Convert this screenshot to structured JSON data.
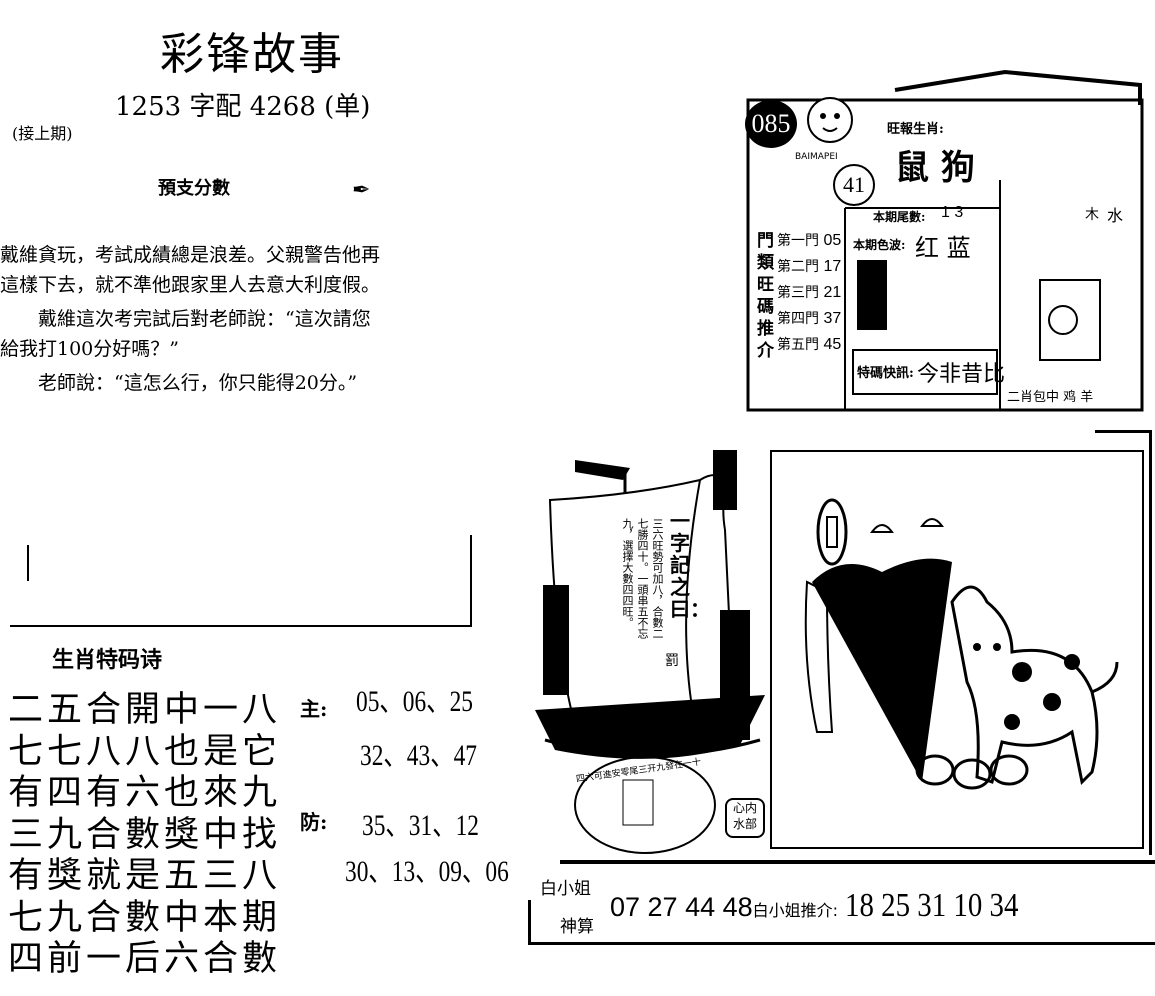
{
  "header": {
    "title": "彩锋故事",
    "issue": "1253 字配 4268 (单)",
    "continued": "(接上期)"
  },
  "story": {
    "heading": "預支分數",
    "paragraphs": [
      "戴維貪玩，考試成績總是浪差。父親警告他再這樣下去，就不準他跟家里人去意大利度假。",
      "　　戴維這次考完試后對老師說：“這次請您給我打100分好嗎？”",
      "　　老師說：“這怎么行，你只能得20分。”"
    ]
  },
  "poem": {
    "title": "生肖特码诗",
    "lines": [
      "二五合開中一八",
      "七七八八也是它",
      "有四有六也來九",
      "三九合數獎中找",
      "有獎就是五三八",
      "七九合數中本期",
      "四前一后六合數"
    ],
    "main_label": "主:",
    "main_row1": "05、06、25",
    "main_row2": "32、43、47",
    "guard_label": "防:",
    "guard_row1": "35、31、12",
    "guard_row2": "30、13、09、06"
  },
  "ad": {
    "issue_no": "085",
    "ball": "41",
    "brand": "BAIMAPEI",
    "heading": "旺報生肖:",
    "zodiac_big": "鼠 狗",
    "tail_label": "本期尾數:",
    "tail_value": "1 3",
    "color_label": "本期色波:",
    "color_value": "红 蓝",
    "side_label": "門類旺碼推介",
    "gates": [
      {
        "label": "第一門",
        "num": "05"
      },
      {
        "label": "第二門",
        "num": "17"
      },
      {
        "label": "第三門",
        "num": "21"
      },
      {
        "label": "第四門",
        "num": "37"
      },
      {
        "label": "第五門",
        "num": "45"
      }
    ],
    "special_label": "特碼快訊:",
    "special_text": "今非昔比",
    "right_labels": [
      "水",
      "木"
    ],
    "bottom_text": "二肖包中 鸡 羊"
  },
  "boat": {
    "sail_title": "一字記之曰：",
    "sail_char": "罰",
    "sail_poem": "三六旺勢可加八，合數二七勝四十。一頭串五不忘九，選擇大數四四旺。",
    "arc_text": "四六可進安零尾三开九發在一十",
    "stamp_top": "心内",
    "stamp_bottom": "水部"
  },
  "bottom": {
    "label_top": "白小姐",
    "label_bottom": "神算",
    "numbers": "07 27 44 48",
    "recommend_label": "白小姐推介:",
    "recommend_numbers": "18 25 31 10 34"
  }
}
